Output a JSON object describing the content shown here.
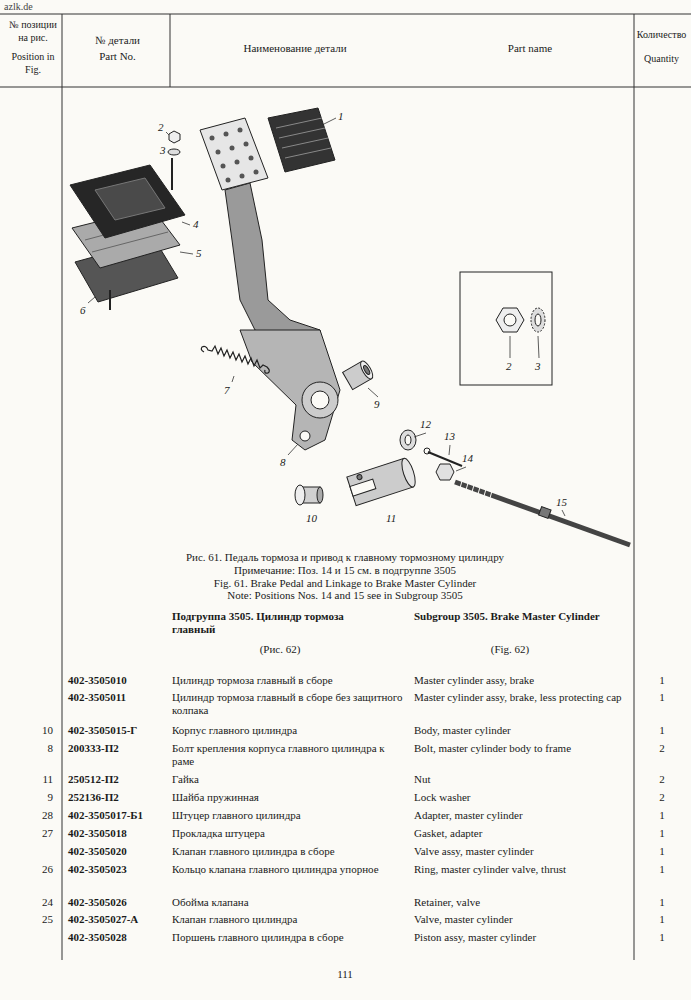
{
  "diagram": {
    "caption": "Рис. 61. Педаль тормоза и привод к главному тормозному цилиндру",
    "labels": [
      "№ позиции на рис.",
      "Position in Fig.",
      "№ детали",
      "Part No.",
      "Наименование детали",
      "Part name",
      "Количество",
      "Quantity",
      "azlk.de",
      "1",
      "2",
      "3",
      "4",
      "5",
      "6",
      "7",
      "8",
      "9",
      "10",
      "11",
      "12",
      "13",
      "14",
      "15",
      "2",
      "3",
      "Примечание: Поз. 14 и 15 см. в подгруппе 3505",
      "Fig. 61. Brake Pedal and Linkage to Brake Master Cylinder",
      "Note: Positions Nos. 14 and 15 see in Subgroup 3505",
      "Подгруппа 3505. Цилиндр тормоза главный",
      "(Рис. 62)",
      "Subgroup 3505. Brake Master Cylinder",
      "(Fig. 62)",
      "402-3505010",
      "Цилиндр тормоза главный в сборе",
      "Master cylinder assy, brake",
      "1",
      "402-3505011",
      "Цилиндр тормоза главный в сборе без защитного колпака",
      "Master cylinder assy, brake, less protecting cap",
      "1",
      "10",
      "402-3505015-Г",
      "Корпус главного цилиндра",
      "Body, master cylinder",
      "1",
      "8",
      "200333-П2",
      "Болт крепления корпуса главного цилиндра к раме",
      "Bolt, master cylinder body to frame",
      "2",
      "11",
      "250512-П2",
      "Гайка",
      "Nut",
      "2",
      "9",
      "252136-П2",
      "Шайба пружинная",
      "Lock washer",
      "2",
      "28",
      "402-3505017-Б1",
      "Штуцер главного цилиндра",
      "Adapter, master cylinder",
      "1",
      "27",
      "402-3505018",
      "Прокладка штуцера",
      "Gasket, adapter",
      "1",
      "402-3505020",
      "Клапан главного цилиндра в сборе",
      "Valve assy, master cylinder",
      "1",
      "26",
      "402-3505023",
      "Кольцо клапана главного цилиндра упорное",
      "Ring, master cylinder valve, thrust",
      "1",
      "24",
      "402-3505026",
      "Обойма клапана",
      "Retainer, valve",
      "1",
      "25",
      "402-3505027-А",
      "Клапан главного цилиндра",
      "Valve, master cylinder",
      "1",
      "402-3505028",
      "Поршень главного цилиндра в сборе",
      "Piston assy, master cylinder",
      "1",
      "111"
    ]
  }
}
